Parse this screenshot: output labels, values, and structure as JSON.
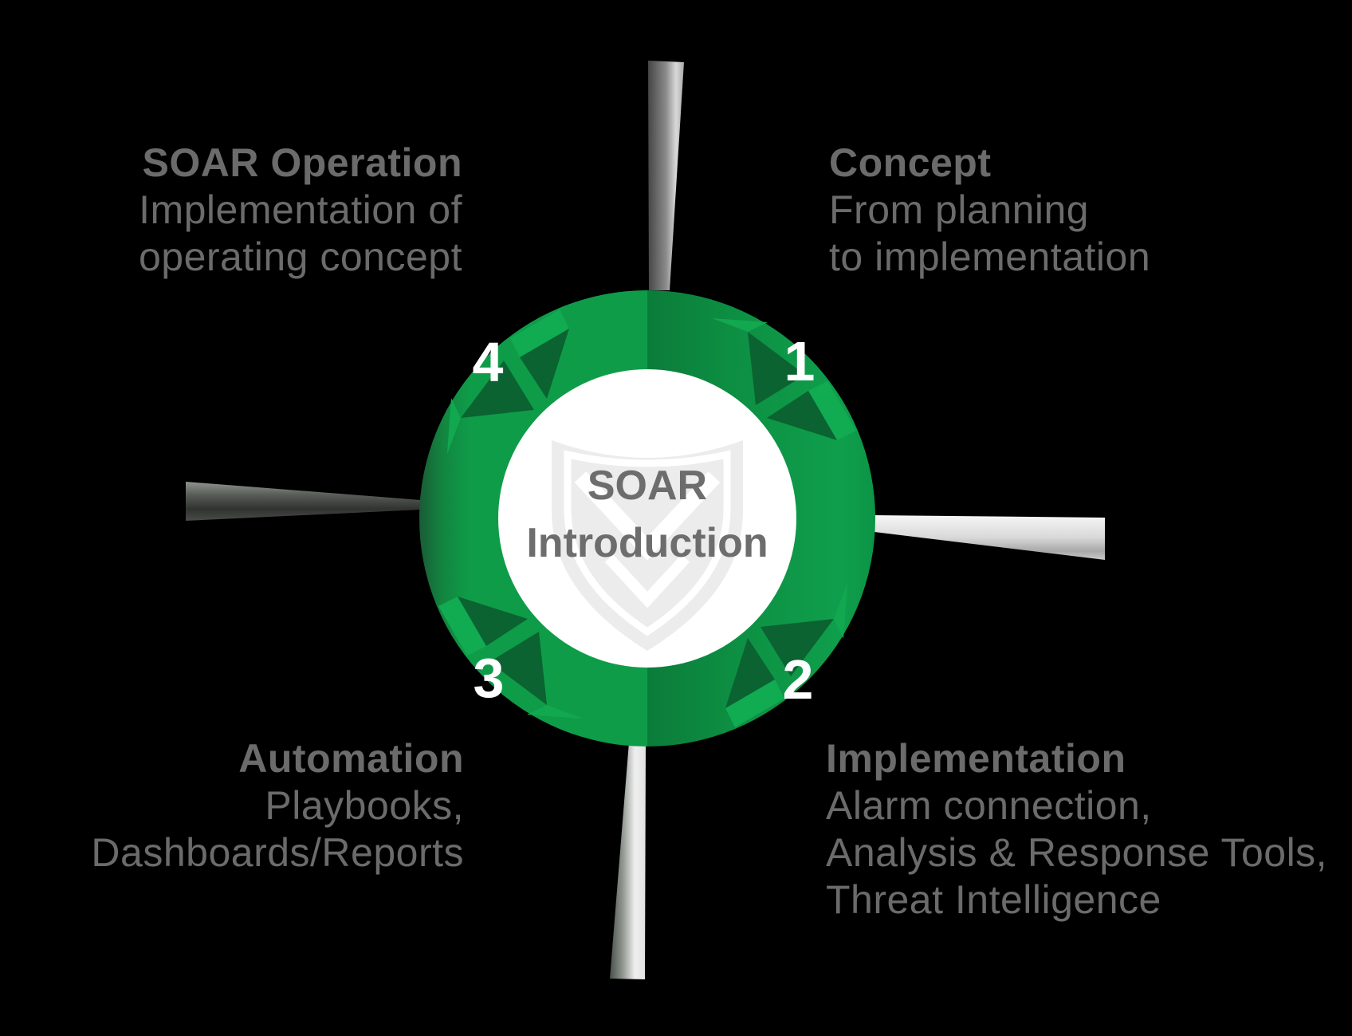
{
  "diagram": {
    "center": {
      "title_line1": "SOAR",
      "title_line2": "Introduction",
      "icon": "shield-watermark-icon"
    },
    "steps": [
      {
        "number": "1",
        "title": "Concept",
        "lines": [
          "From planning",
          "to implementation"
        ],
        "position": "top-right"
      },
      {
        "number": "2",
        "title": "Implementation",
        "lines": [
          "Alarm connection,",
          "Analysis & Response Tools,",
          "Threat Intelligence"
        ],
        "position": "bottom-right"
      },
      {
        "number": "3",
        "title": "Automation",
        "lines": [
          "Playbooks,",
          "Dashboards/Reports"
        ],
        "position": "bottom-left"
      },
      {
        "number": "4",
        "title": "SOAR Operation",
        "lines": [
          "Implementation of",
          "operating concept"
        ],
        "position": "top-left"
      }
    ],
    "colors": {
      "background": "#000000",
      "ring_green": "#0F9C49",
      "ring_green_dark": "#0B7C3A",
      "fold_shadow_green": "#0A6330",
      "fold_highlight_green": "#12A850",
      "label_gray": "#6B6B6B",
      "center_text_gray": "#6D6D6D",
      "number_white": "#FFFFFF",
      "shield_gray": "#ECECEC"
    }
  }
}
